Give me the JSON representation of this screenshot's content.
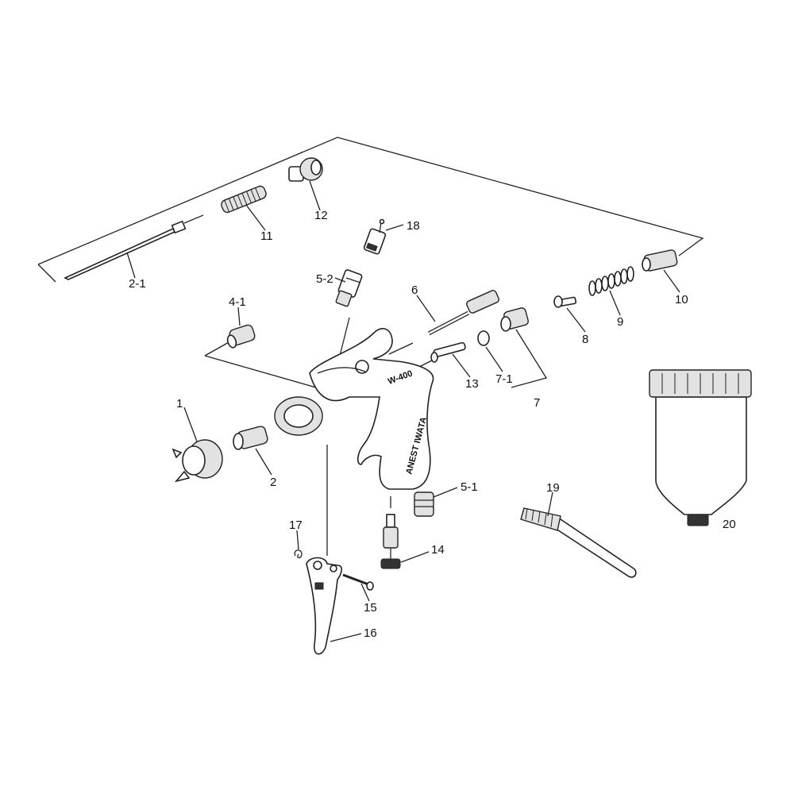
{
  "diagram": {
    "gun_model": "W-400",
    "brand": "ANEST IWATA",
    "labels": [
      {
        "id": "1",
        "text": "1"
      },
      {
        "id": "2",
        "text": "2"
      },
      {
        "id": "2-1",
        "text": "2-1"
      },
      {
        "id": "4-1",
        "text": "4-1"
      },
      {
        "id": "5-1",
        "text": "5-1"
      },
      {
        "id": "5-2",
        "text": "5-2"
      },
      {
        "id": "6",
        "text": "6"
      },
      {
        "id": "7",
        "text": "7"
      },
      {
        "id": "7-1",
        "text": "7-1"
      },
      {
        "id": "8",
        "text": "8"
      },
      {
        "id": "9",
        "text": "9"
      },
      {
        "id": "10",
        "text": "10"
      },
      {
        "id": "11",
        "text": "11"
      },
      {
        "id": "12",
        "text": "12"
      },
      {
        "id": "13",
        "text": "13"
      },
      {
        "id": "14",
        "text": "14"
      },
      {
        "id": "15",
        "text": "15"
      },
      {
        "id": "16",
        "text": "16"
      },
      {
        "id": "17",
        "text": "17"
      },
      {
        "id": "18",
        "text": "18"
      },
      {
        "id": "19",
        "text": "19"
      },
      {
        "id": "20",
        "text": "20"
      }
    ]
  }
}
